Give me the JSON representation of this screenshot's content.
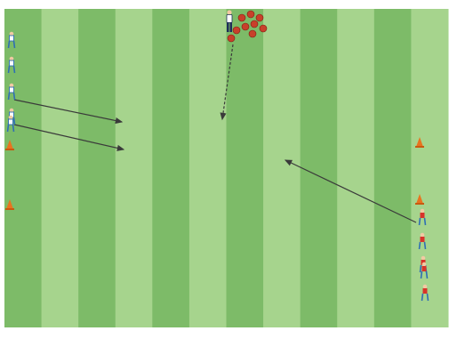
{
  "pitch": {
    "stripe_count": 12,
    "stripe_colors": [
      "#7dbb68",
      "#a6d48d"
    ]
  },
  "colors": {
    "blue_team": "#2f6fb4",
    "red_team": "#d8332a",
    "cone": "#e8741f",
    "ball": "#c8402a",
    "coach": "#1f2f5a",
    "arrow": "#3a3a3a",
    "skin": "#f1c9a3"
  },
  "elements": {
    "blue_players": 5,
    "red_players": 5,
    "cones": 4,
    "balls": 9,
    "coach": 1,
    "passing_arrows": 3,
    "dribble_arrows": 1
  }
}
